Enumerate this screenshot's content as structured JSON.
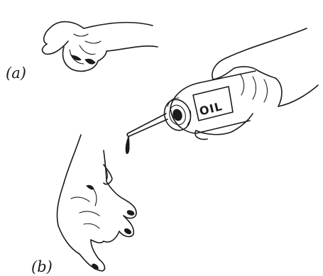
{
  "labels": {
    "hand_a": "(a)",
    "hand_b": "(b)",
    "can_text": "OIL"
  }
}
